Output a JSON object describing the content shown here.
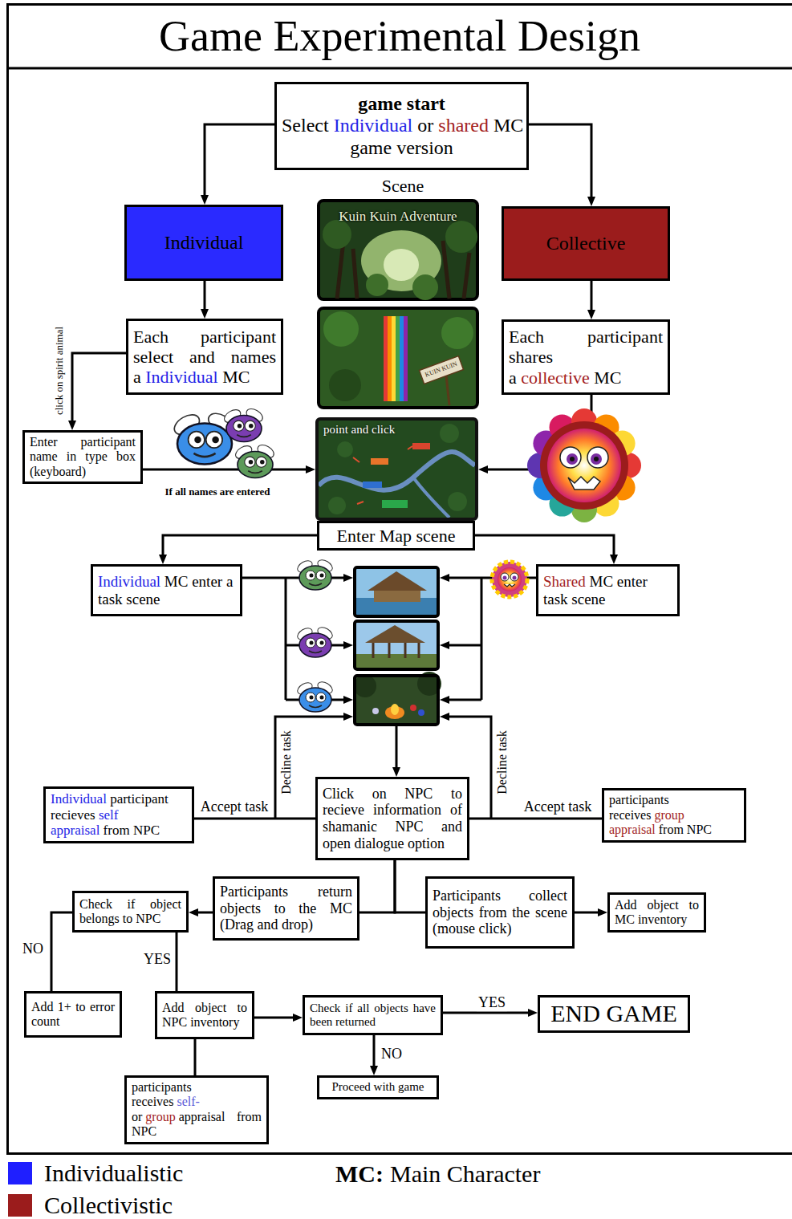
{
  "diagram": {
    "title": "Game Experimental Design",
    "nodes": [
      {
        "text": [
          "game start",
          "Select",
          "Individual",
          "or",
          "shared",
          "MC game version"
        ]
      },
      {
        "text": [
          "Individual"
        ]
      },
      {
        "text": [
          "Collective"
        ]
      },
      {
        "text": [
          "Each participant select and names a",
          "Individual",
          "MC"
        ]
      },
      {
        "text": [
          "Each participant shares a",
          "collective",
          "MC"
        ]
      },
      {
        "text": [
          "Enter participant name in type box (keyboard)"
        ]
      },
      {
        "text": [
          "point and click"
        ]
      },
      {
        "text": [
          "Enter Map scene"
        ]
      },
      {
        "text": [
          "Individual",
          "MC enter a task scene"
        ]
      },
      {
        "text": [
          "Shared",
          "MC enter task scene"
        ]
      },
      {
        "text": [
          "Individual",
          "participant recieves",
          "self appraisal",
          "from NPC"
        ]
      },
      {
        "text": [
          "Click on NPC to recieve information of shamanic NPC and open dialogue option"
        ]
      },
      {
        "text": [
          "participants receives",
          "group appraisal",
          "from NPC"
        ]
      },
      {
        "text": [
          "Check if object belongs to NPC"
        ]
      },
      {
        "text": [
          "Participants return objects to the MC (Drag and drop)"
        ]
      },
      {
        "text": [
          "Participants collect objects from the scene (mouse click)"
        ]
      },
      {
        "text": [
          "Add object to MC inventory"
        ]
      },
      {
        "text": [
          "Add 1+ to error count"
        ]
      },
      {
        "text": [
          "Add object to NPC inventory"
        ]
      },
      {
        "text": [
          "Check if all objects have been returned"
        ]
      },
      {
        "text": [
          "END GAME"
        ]
      },
      {
        "text": [
          "participants receives",
          "self-",
          "or",
          "group",
          "appraisal from NPC"
        ]
      },
      {
        "text": [
          "Proceed with game"
        ]
      }
    ],
    "edges": [
      {
        "from": 0,
        "to": 1,
        "arrow": "to"
      },
      {
        "from": 0,
        "to": 2,
        "arrow": "to"
      },
      {
        "from": 1,
        "to": 3,
        "arrow": "to"
      },
      {
        "from": 2,
        "to": 4,
        "arrow": "to"
      },
      {
        "from": 3,
        "to": 5,
        "label": "click on spirit animal",
        "arrow": "to"
      },
      {
        "from": 5,
        "to": 6,
        "label": "If all names are entered",
        "arrow": "to"
      },
      {
        "from": 4,
        "to": 6,
        "arrow": "to"
      },
      {
        "from": 7,
        "to": 8,
        "arrow": "to"
      },
      {
        "from": 7,
        "to": 9,
        "arrow": "to"
      },
      {
        "from": 11,
        "to": 10,
        "label": "Accept task",
        "arrow": "none"
      },
      {
        "from": 11,
        "to": 12,
        "label": "Accept task",
        "arrow": "none"
      },
      {
        "from": 11,
        "to": 14,
        "arrow": "none"
      },
      {
        "from": 11,
        "to": 15,
        "arrow": "none"
      },
      {
        "from": 15,
        "to": 16,
        "arrow": "to"
      },
      {
        "from": 14,
        "to": 13,
        "arrow": "to"
      },
      {
        "from": 13,
        "to": 17,
        "label": "NO",
        "arrow": "none"
      },
      {
        "from": 13,
        "to": 18,
        "label": "YES",
        "arrow": "none"
      },
      {
        "from": 18,
        "to": 19,
        "arrow": "to"
      },
      {
        "from": 18,
        "to": 21,
        "arrow": "none"
      },
      {
        "from": 19,
        "to": 20,
        "label": "YES",
        "arrow": "to"
      },
      {
        "from": 19,
        "to": 22,
        "label": "NO",
        "arrow": "to"
      }
    ],
    "labels": [
      "Scene",
      "Kuin Kuin Adventure",
      "KUIN KUIN",
      "Decline task",
      "Decline task",
      "MC:",
      "Main Character"
    ],
    "legend": [
      {
        "text": "Individualistic",
        "color": "#1f1fff"
      },
      {
        "text": "Collectivistic",
        "color": "#9b1c1c"
      }
    ]
  }
}
